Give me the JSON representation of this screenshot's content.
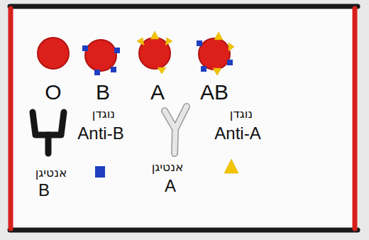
{
  "diagram": {
    "labels": [
      "O",
      "B",
      "A",
      "AB",
      "נוגדן",
      "Anti-B",
      "נוגדן",
      "Anti-A",
      "אנטיגן",
      "B",
      "אנטיגן",
      "A"
    ]
  }
}
